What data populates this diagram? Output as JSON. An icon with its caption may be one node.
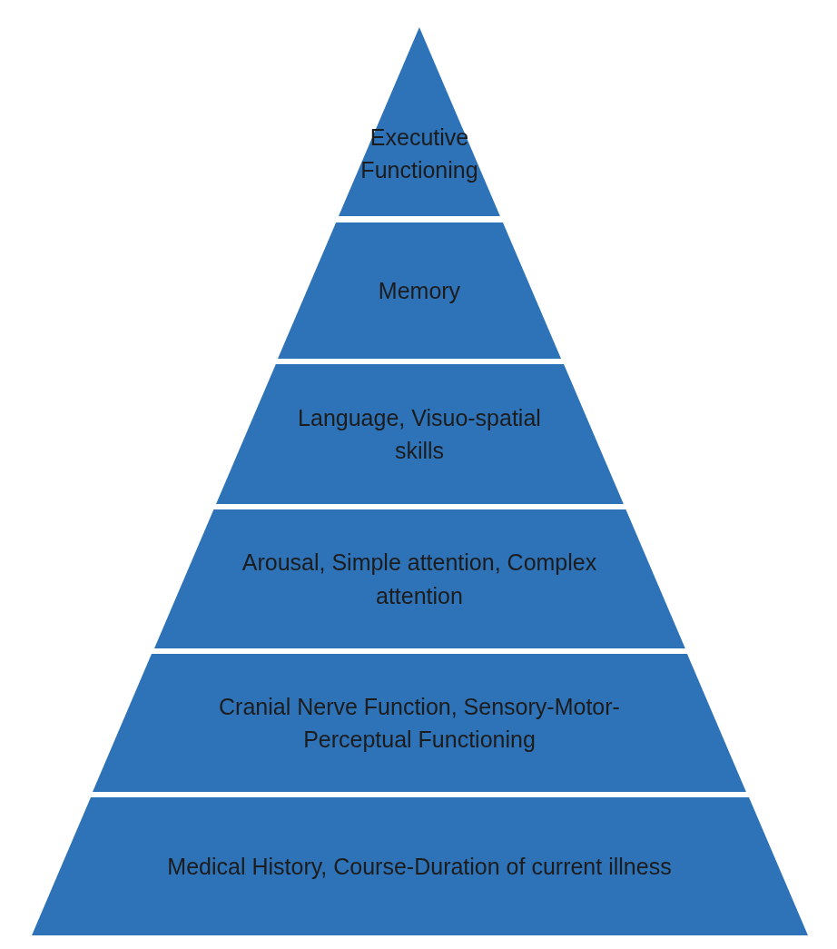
{
  "diagram": {
    "nodes": [
      {
        "text": [
          "Executive Functioning"
        ]
      },
      {
        "text": [
          "Memory"
        ]
      },
      {
        "text": [
          "Language, Visuo-spatial skills"
        ]
      },
      {
        "text": [
          "Arousal, Simple attention, Complex attention"
        ]
      },
      {
        "text": [
          "Cranial Nerve Function, Sensory-Motor-Perceptual Functioning"
        ]
      },
      {
        "text": [
          "Medical History, Course-Duration of current illness"
        ]
      }
    ]
  }
}
